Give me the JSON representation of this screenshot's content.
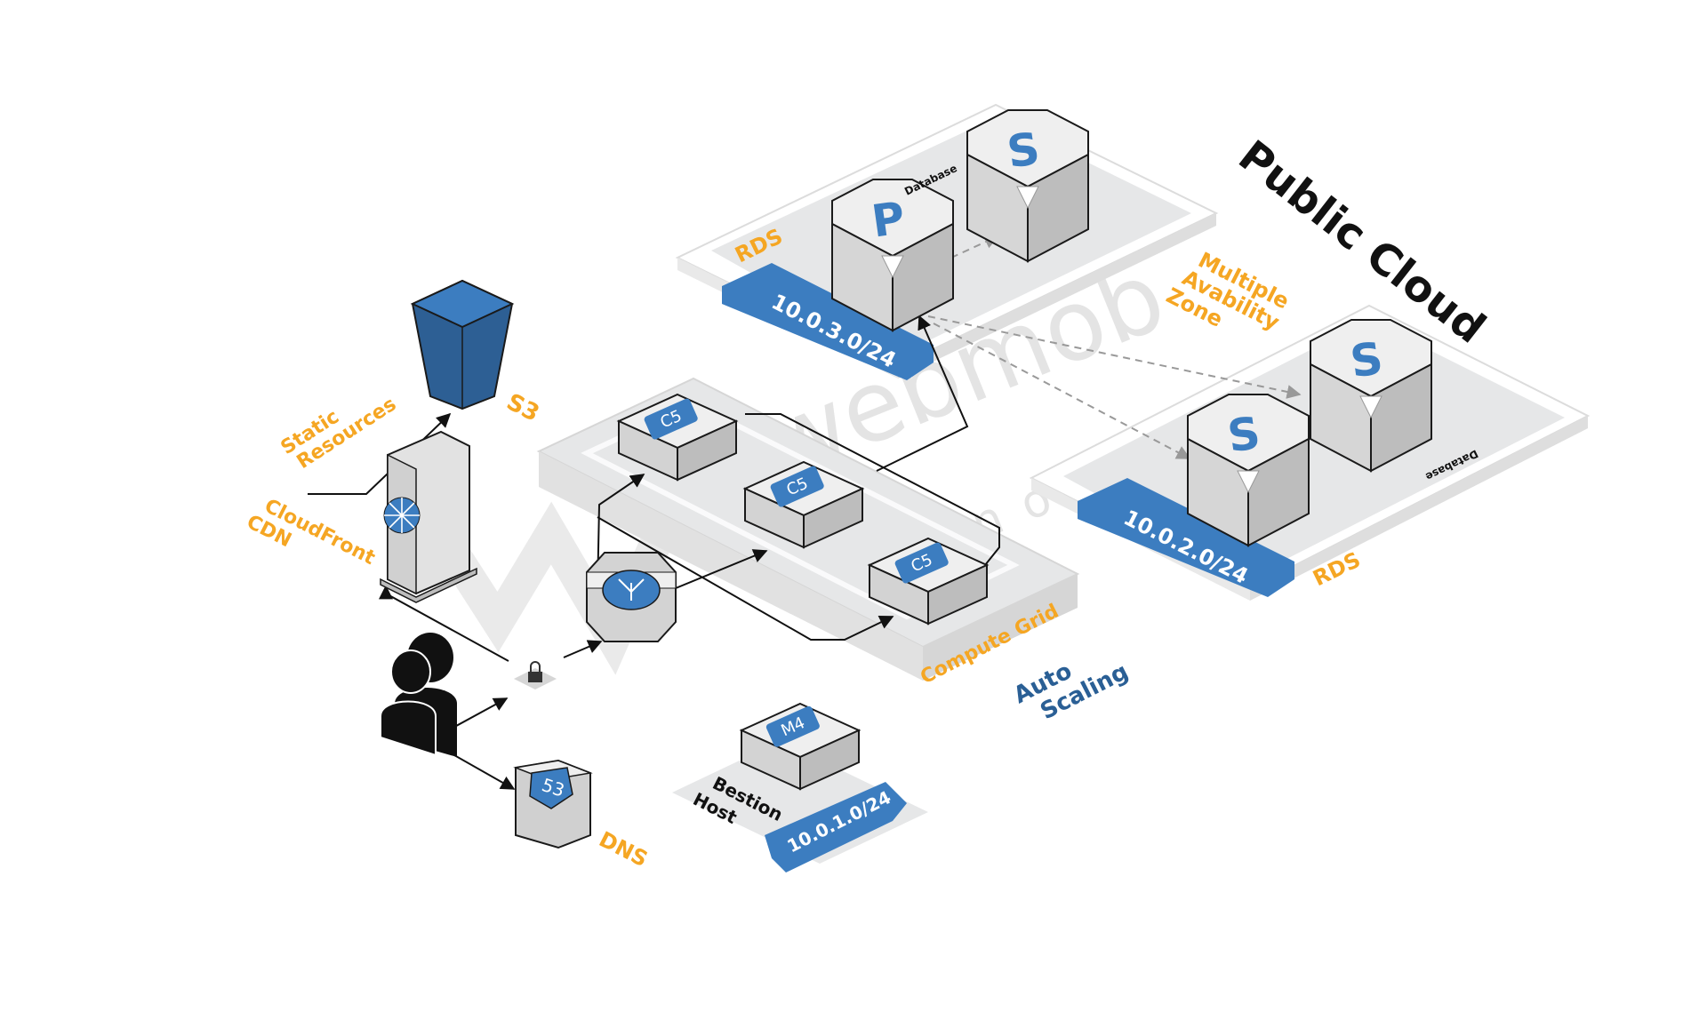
{
  "title": "Public Cloud",
  "watermark": {
    "brand": "webmob",
    "sub": "technologies"
  },
  "labels": {
    "rds_top": "RDS",
    "rds_right": "RDS",
    "database_top": "Database",
    "database_right": "Database",
    "multi_az": [
      "Multiple",
      "Avability",
      "Zone"
    ],
    "static_resources": [
      "Static",
      "Resources"
    ],
    "s3": "S3",
    "cloudfront": [
      "CloudFront",
      "CDN"
    ],
    "compute_grid": "Compute Grid",
    "auto_scaling": [
      "Auto",
      "Scaling"
    ],
    "bastion": [
      "Bestion",
      "Host"
    ],
    "dns": "DNS"
  },
  "subnets": {
    "top": "10.0.3.0/24",
    "right": "10.0.2.0/24",
    "bastion": "10.0.1.0/24"
  },
  "nodes": {
    "db_primary_letter": "P",
    "db_secondary_letter": "S",
    "compute_tag": "C5",
    "bastion_tag": "M4",
    "dns_tag": "53"
  },
  "icons": [
    "s3-bucket-icon",
    "cloudfront-globe-icon",
    "load-balancer-icon",
    "lock-icon",
    "user-icon",
    "route53-shield-icon"
  ],
  "colors": {
    "accent_orange": "#f5a623",
    "accent_blue": "#3c7dc0",
    "dark_blue": "#2a5f95",
    "platform": "#e6e7e8",
    "box": "#d6d6d6"
  }
}
